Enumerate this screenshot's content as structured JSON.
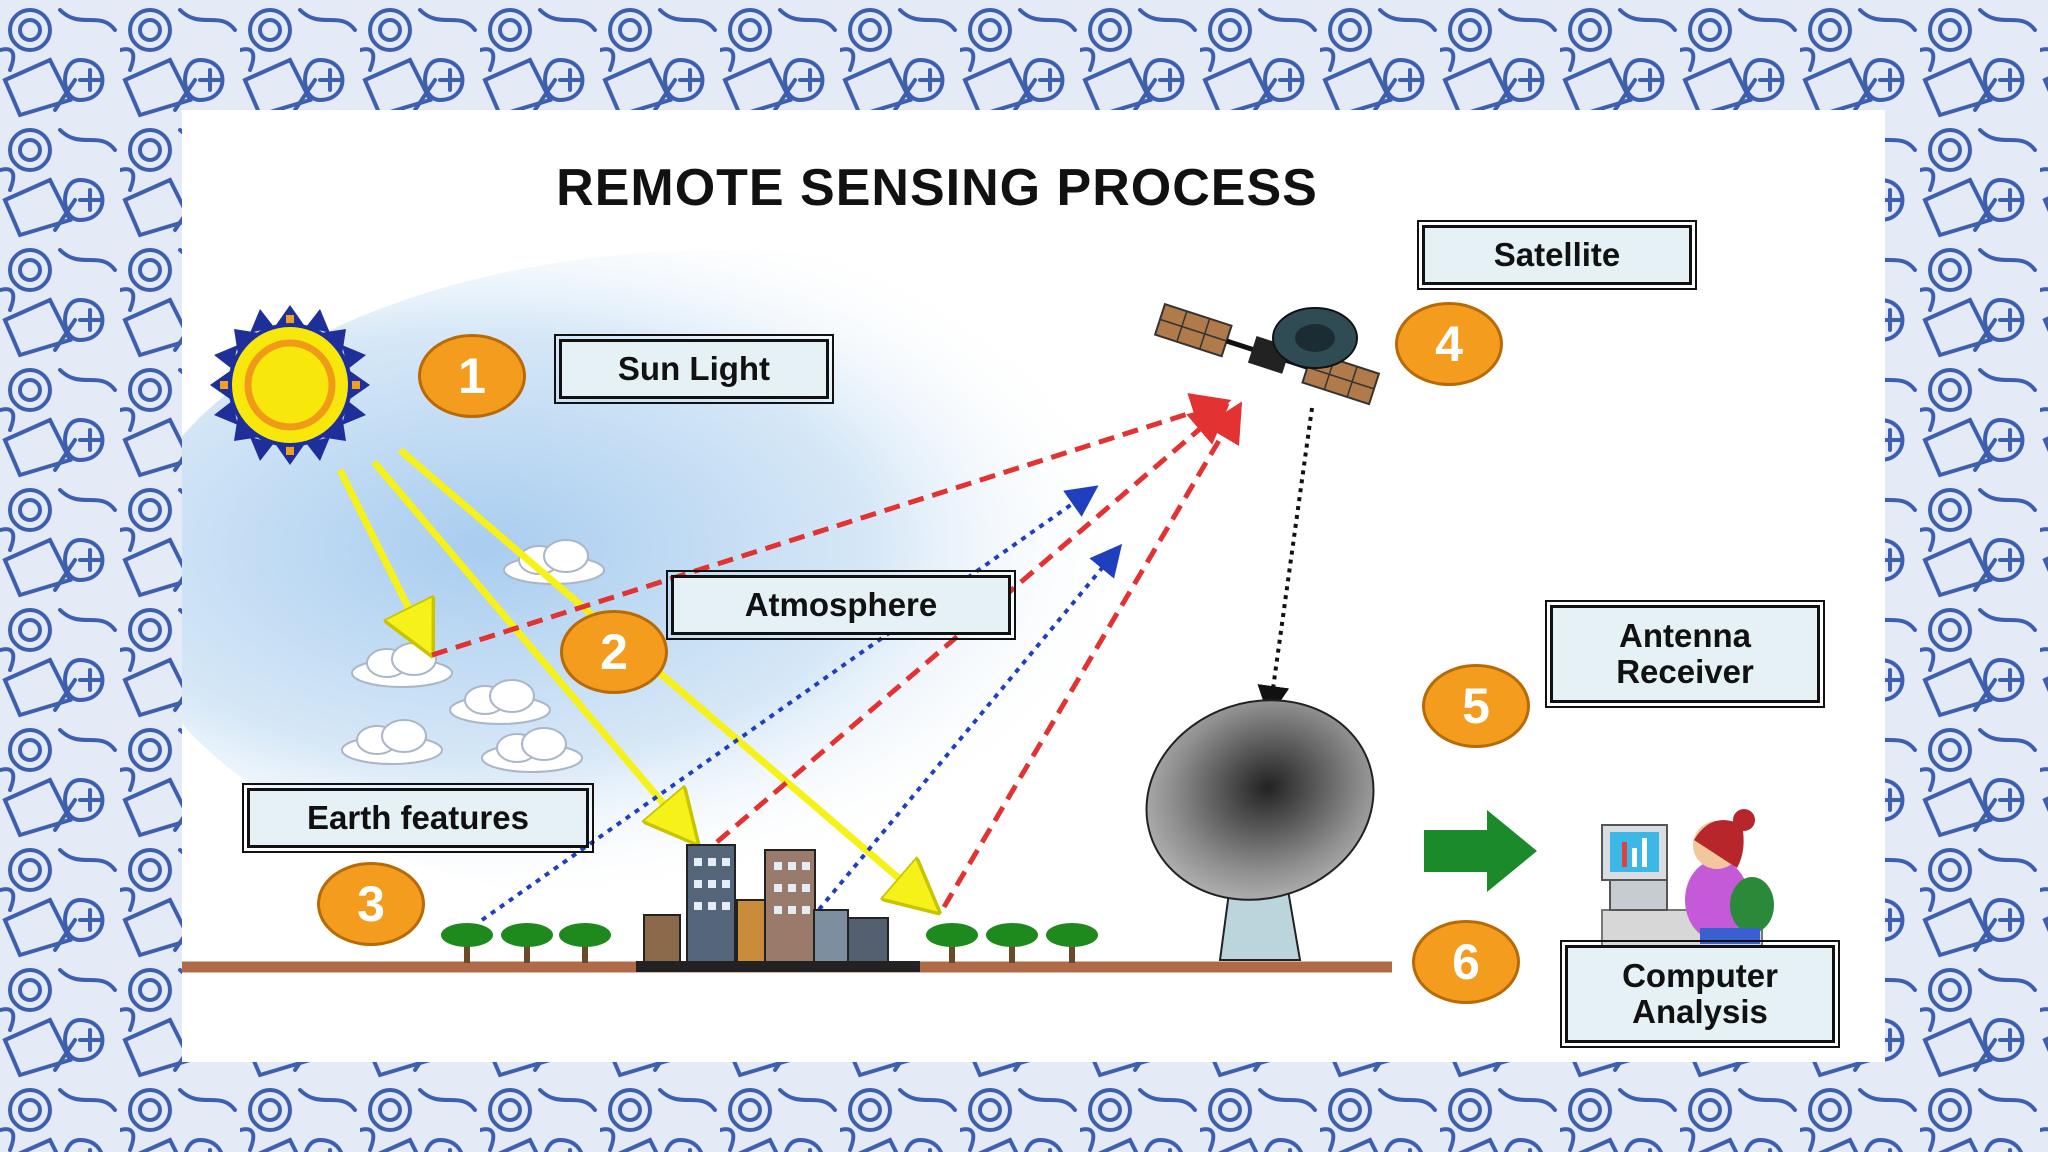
{
  "diagram": {
    "title": "REMOTE SENSING PROCESS",
    "steps": [
      {
        "number": "1",
        "label": "Sun Light"
      },
      {
        "number": "2",
        "label": "Atmosphere"
      },
      {
        "number": "3",
        "label": "Earth features"
      },
      {
        "number": "4",
        "label": "Satellite"
      },
      {
        "number": "5",
        "label": "Antenna\nReceiver"
      },
      {
        "number": "6",
        "label": "Computer\nAnalysis"
      }
    ]
  },
  "colors": {
    "badge": "#f39c1e",
    "label_fill": "#e6f1f5",
    "sun_ray": "#f7f11a",
    "reflected_energy": "#e23232",
    "emitted_energy": "#1f3fbf",
    "transfer_arrow": "#1a8a2a",
    "ground": "#b06a48",
    "background_pattern": "#3d5fb0"
  },
  "icons": [
    "sun-icon",
    "cloud-icon",
    "building-icon",
    "tree-icon",
    "satellite-icon",
    "antenna-dish-icon",
    "computer-user-icon",
    "arrow-right-icon"
  ]
}
